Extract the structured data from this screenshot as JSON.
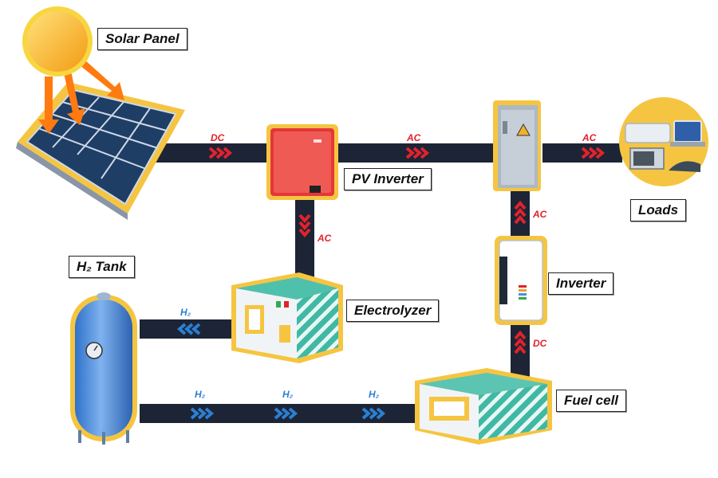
{
  "components": {
    "solar_panel": "Solar Panel",
    "pv_inverter": "PV Inverter",
    "loads": "Loads",
    "inverter": "Inverter",
    "h2_tank": "H₂ Tank",
    "electrolyzer": "Electrolyzer",
    "fuel_cell": "Fuel cell"
  },
  "flows": {
    "solar_to_pv": "DC",
    "pv_to_switchboard": "AC",
    "switchboard_to_loads": "AC",
    "pv_to_electrolyzer": "AC",
    "inverter_to_switchboard": "AC",
    "fuelcell_to_inverter": "DC",
    "electrolyzer_to_tank": "H₂",
    "tank_to_fuelcell_1": "H₂",
    "tank_to_fuelcell_2": "H₂",
    "tank_to_fuelcell_3": "H₂"
  },
  "colors": {
    "line": "#1c2436",
    "ac_arrow": "#e0232b",
    "h2_arrow": "#2b7fd0",
    "outline": "#f5c542"
  }
}
